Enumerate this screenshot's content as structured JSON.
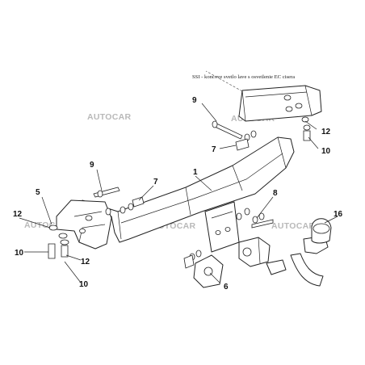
{
  "note_text": "SSI - koncove svetlo lave s osvetlenie EC cisera",
  "watermark": "AUTOCAR",
  "callouts": {
    "c1": "1",
    "c5": "5",
    "c6": "6",
    "c7a": "7",
    "c7b": "7",
    "c8": "8",
    "c9a": "9",
    "c9b": "9",
    "c10a": "10",
    "c10b": "10",
    "c10c": "10",
    "c12a": "12",
    "c12b": "12",
    "c12c": "12",
    "c16": "16"
  }
}
